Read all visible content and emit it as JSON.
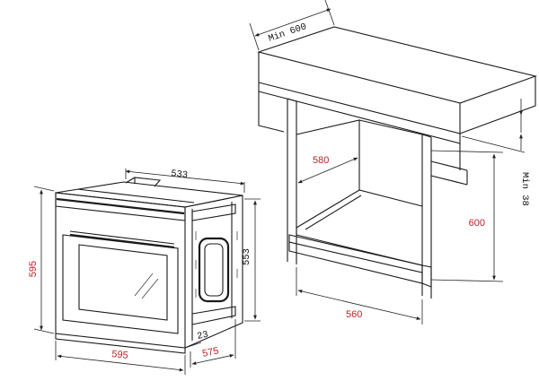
{
  "oven": {
    "depth_top": "533",
    "height_side": "553",
    "height_front": "595",
    "width_front": "595",
    "width_bottom": "575",
    "rail_depth": "23"
  },
  "cabinet": {
    "min_depth": "Min 600",
    "inner_depth": "580",
    "min_gap": "Min 38",
    "niche_height": "600",
    "niche_width": "560"
  },
  "colors": {
    "dimension_red": "#b8232a",
    "line": "#1a1a1a"
  }
}
